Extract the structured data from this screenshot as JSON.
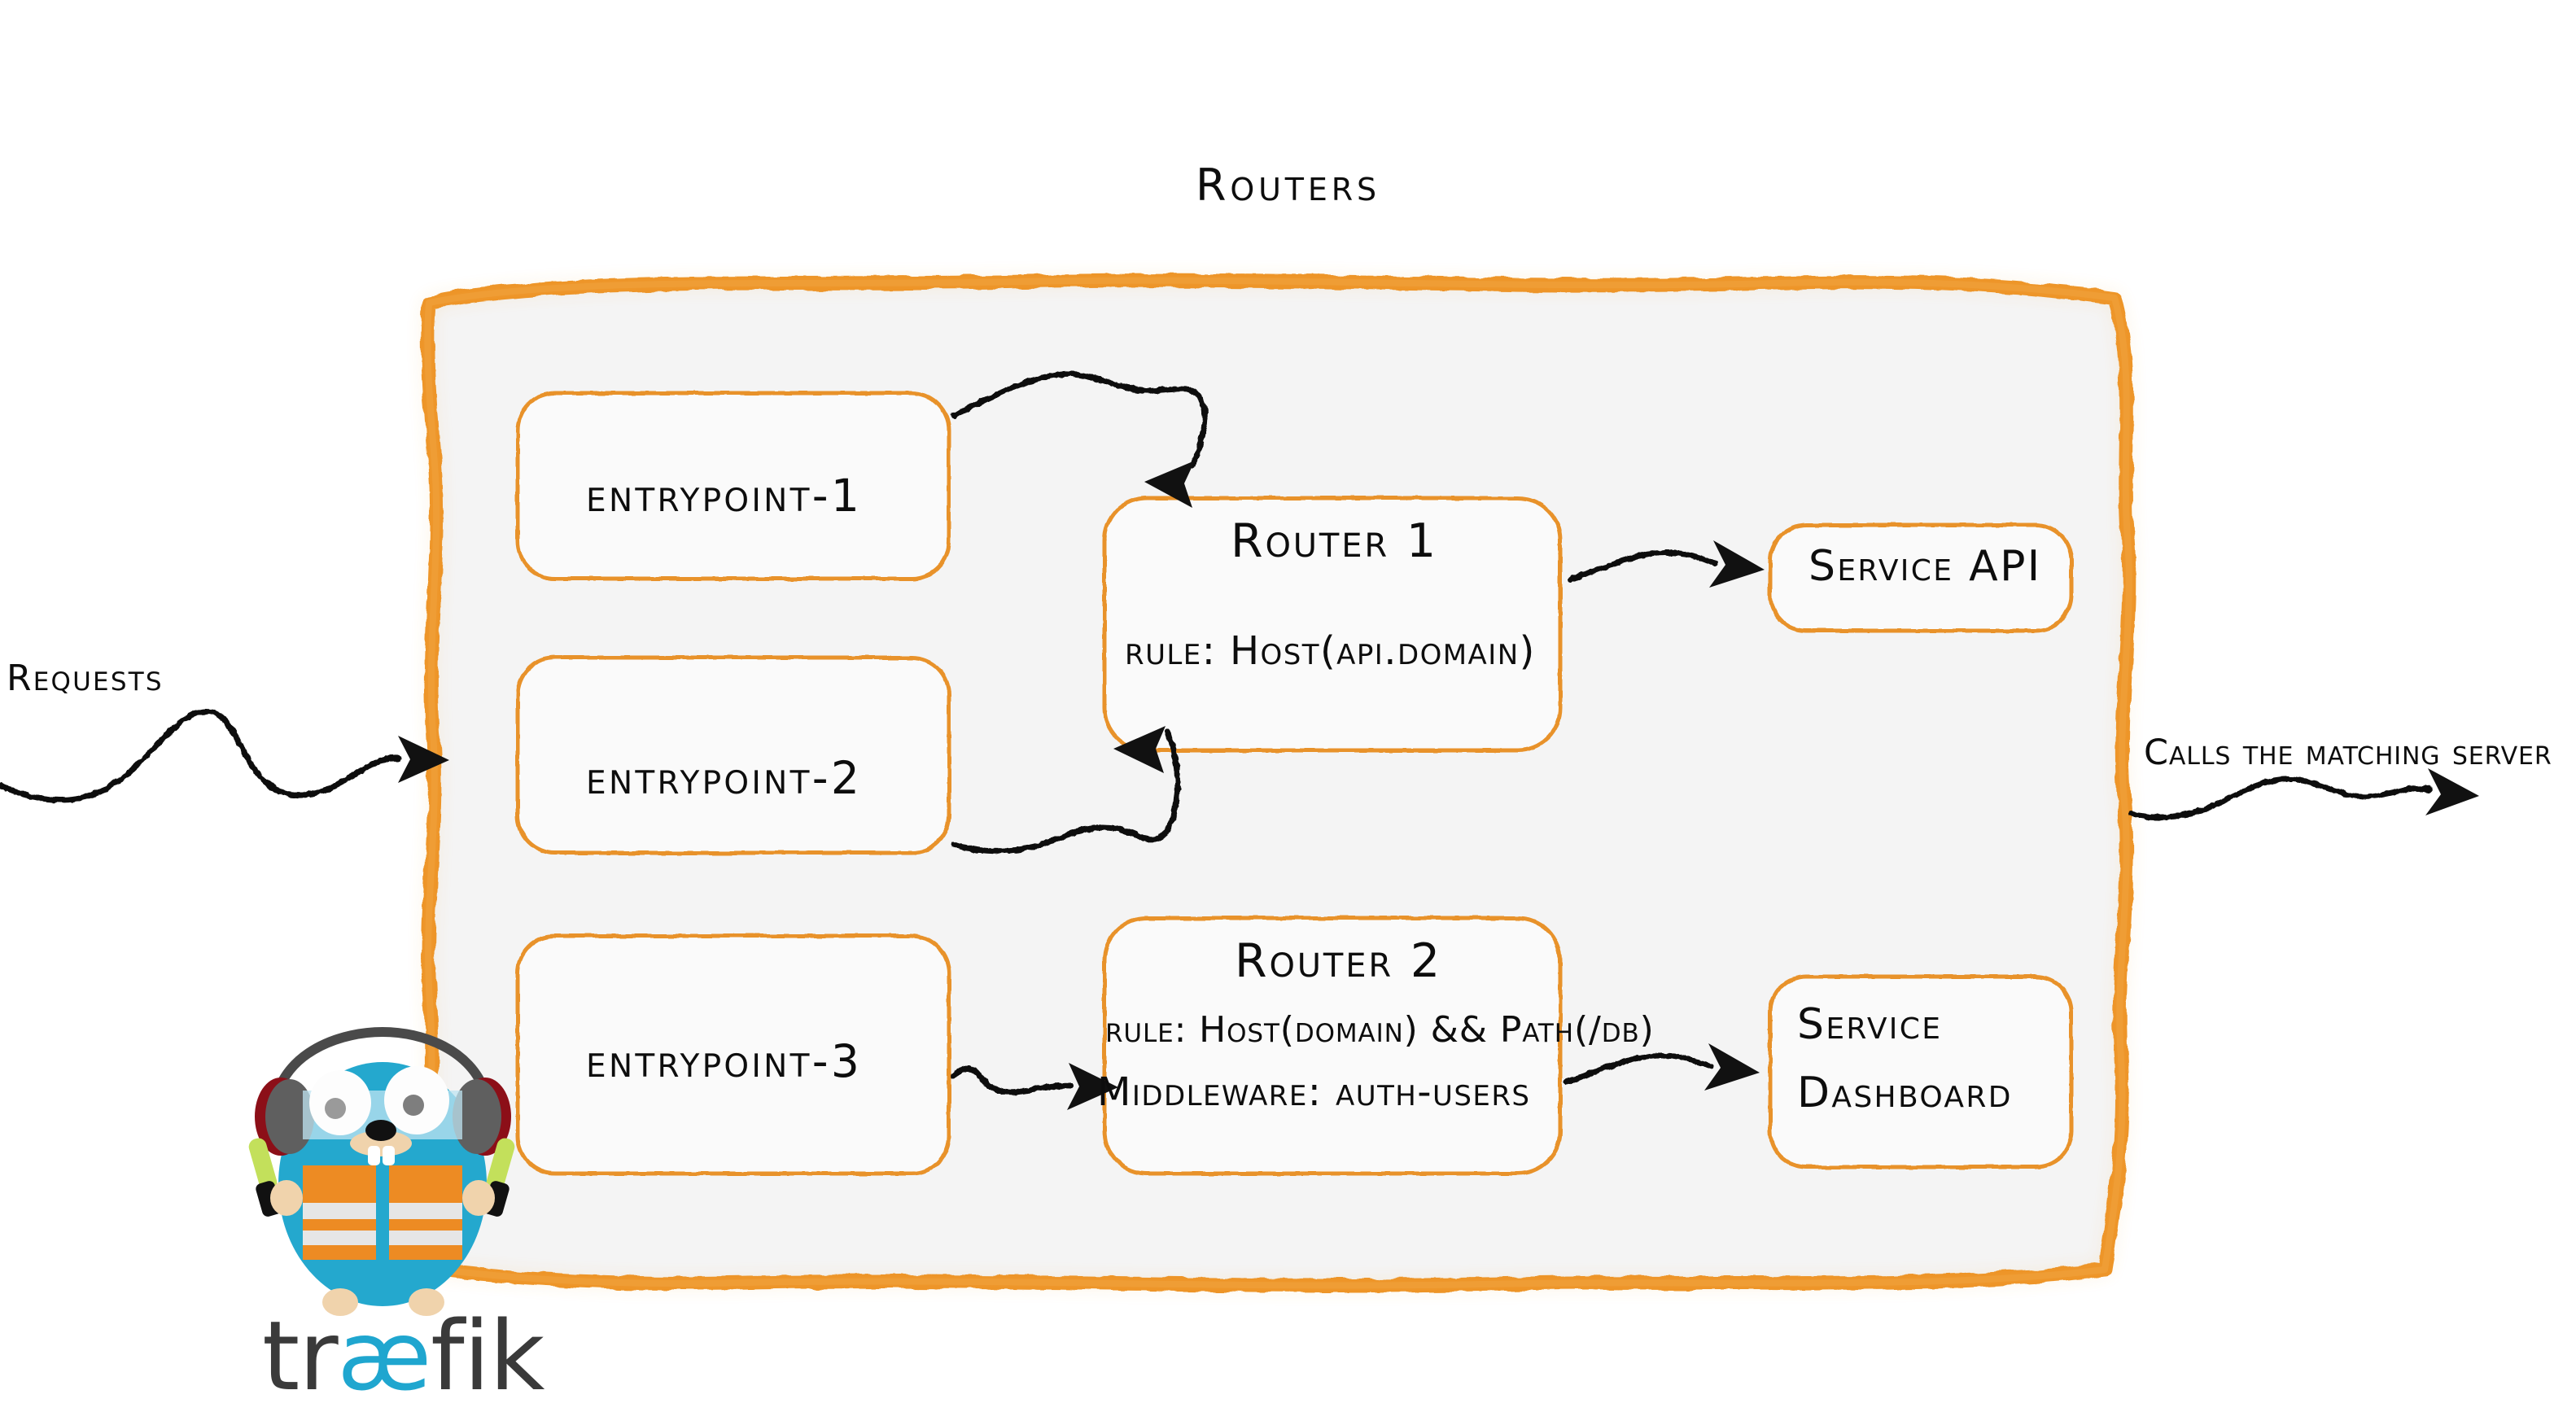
{
  "diagram": {
    "title": "Routers",
    "kind": "traefik-routing-architecture"
  },
  "colors": {
    "brand_orange": "#ED9121",
    "border_orange": "#E8922C",
    "panel_fill": "#F4F4F4",
    "box_fill": "#FAFAFA",
    "ink": "#0D0D0D",
    "traefik_cyan": "#24A8CE",
    "traefik_vest_orange": "#ED8B23",
    "wordmark_dark": "#3A3A3A",
    "wand_green": "#C3E05B"
  },
  "left_flow": {
    "label": "Requests",
    "arrow_name": "requests-arrow"
  },
  "right_flow": {
    "label": "Calls the matching server",
    "arrow_name": "calls-arrow"
  },
  "entrypoints": [
    {
      "id": "entrypoint-1",
      "label": "entrypoint-1"
    },
    {
      "id": "entrypoint-2",
      "label": "entrypoint-2"
    },
    {
      "id": "entrypoint-3",
      "label": "entrypoint-3"
    }
  ],
  "routers": [
    {
      "id": "router-1",
      "title": "Router 1",
      "rule": "rule: Host(api.domain)",
      "middleware": null
    },
    {
      "id": "router-2",
      "title": "Router 2",
      "rule": "rule: Host(domain) && Path(/db)",
      "middleware": "Middleware: auth-users"
    }
  ],
  "services": [
    {
      "id": "service-api",
      "label": "Service API",
      "lines": [
        "Service API"
      ]
    },
    {
      "id": "service-dashboard",
      "label": "Service Dashboard",
      "lines": [
        "Service",
        "Dashboard"
      ]
    }
  ],
  "connections": [
    {
      "from": "entrypoint-1",
      "to": "router-1"
    },
    {
      "from": "entrypoint-2",
      "to": "router-1"
    },
    {
      "from": "entrypoint-3",
      "to": "router-2"
    },
    {
      "from": "router-1",
      "to": "service-api"
    },
    {
      "from": "router-2",
      "to": "service-dashboard"
    }
  ],
  "logo": {
    "name": "traefik-gopher-mascot",
    "wordmark_prefix": "tr",
    "wordmark_ae": "æ",
    "wordmark_suffix": "fik"
  }
}
